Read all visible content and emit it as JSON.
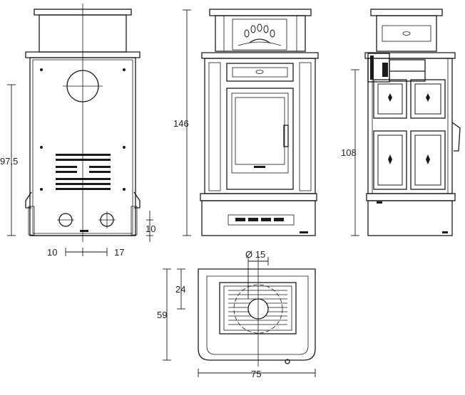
{
  "dimensions": {
    "back_height": "97,5",
    "total_height": "146",
    "side_height": "108",
    "outlet_height": "10",
    "outlet_left": "10",
    "outlet_right": "17",
    "flue_diameter": "Ø 15",
    "top_depth": "24",
    "top_height": "59",
    "top_width": "75"
  },
  "colors": {
    "line": "#1a1a1a",
    "background": "#ffffff"
  }
}
